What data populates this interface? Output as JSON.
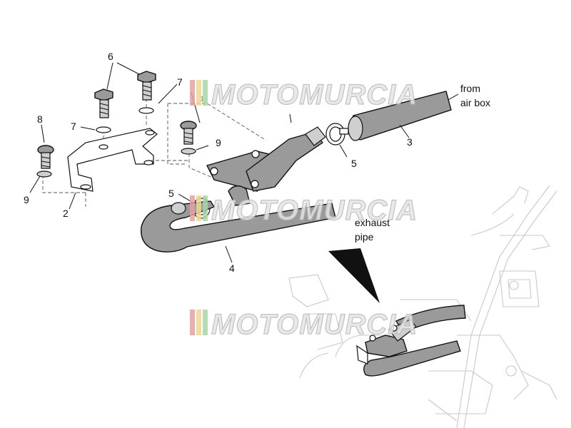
{
  "callouts": {
    "c6": "6",
    "c7a": "7",
    "c7b": "7",
    "c8": "8",
    "c9a": "9",
    "c9b": "9",
    "c2": "2",
    "c5a": "5",
    "c5b": "5",
    "c3": "3",
    "c4": "4",
    "c1": "1"
  },
  "annotations": {
    "from_air_box_line1": "from",
    "from_air_box_line2": "air box",
    "exhaust_pipe_line1": "exhaust",
    "exhaust_pipe_line2": "pipe"
  },
  "watermark": {
    "brand": "MOTOMURCIA",
    "stripe_colors": [
      "#e8a0a0",
      "#f0d890",
      "#a8d8a8"
    ]
  },
  "colors": {
    "part_fill": "#9a9a9a",
    "frame_stroke": "#c8c8c8"
  }
}
